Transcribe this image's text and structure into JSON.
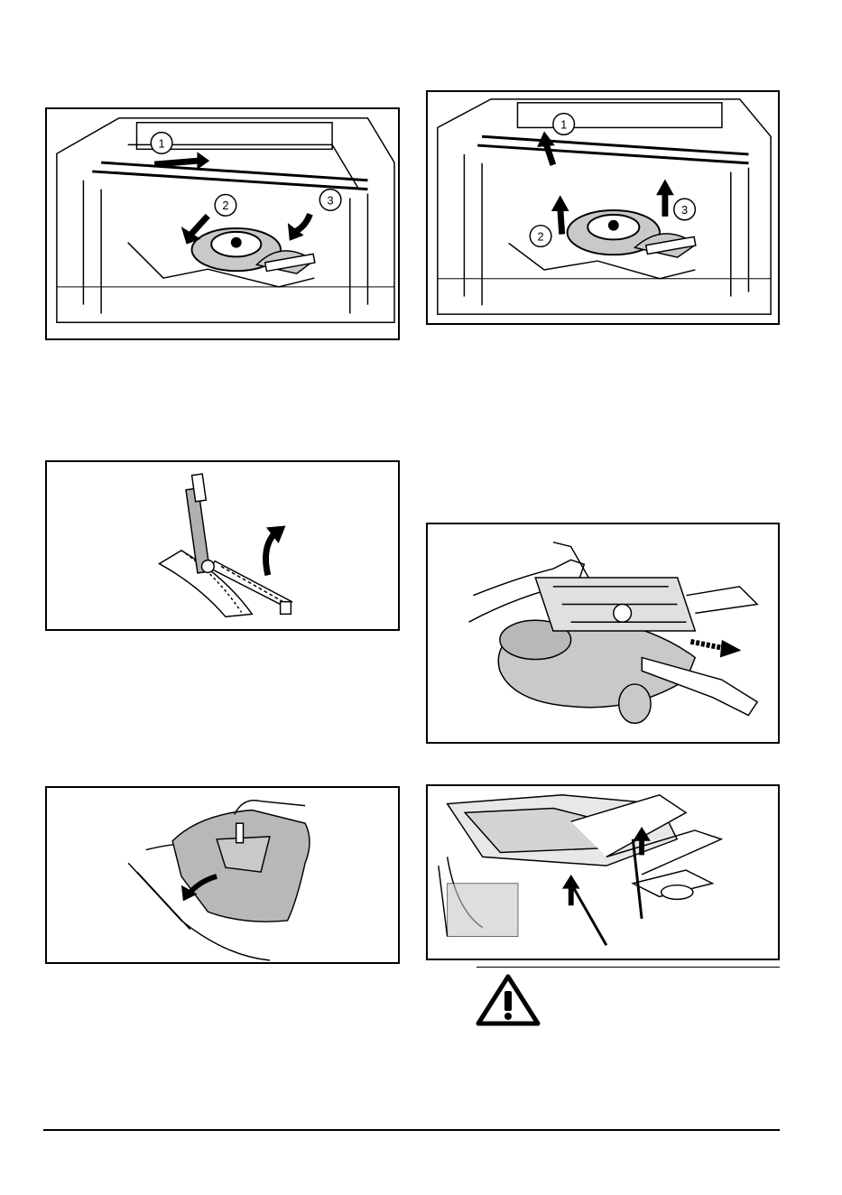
{
  "page": {
    "figures": [
      {
        "id": "fig1",
        "name": "deck-belt-removal-figure",
        "callouts": [
          "1",
          "2",
          "3"
        ]
      },
      {
        "id": "fig2",
        "name": "deck-belt-install-figure",
        "callouts": [
          "1",
          "2",
          "3"
        ]
      },
      {
        "id": "fig3",
        "name": "lift-lever-figure",
        "callouts": []
      },
      {
        "id": "fig4",
        "name": "deck-pull-out-figure",
        "callouts": []
      },
      {
        "id": "fig5",
        "name": "belt-cover-figure",
        "callouts": []
      },
      {
        "id": "fig6",
        "name": "deck-lift-figure",
        "callouts": []
      }
    ],
    "warning": {
      "icon": "warning-triangle-icon"
    },
    "colors": {
      "line": "#000000",
      "shade": "#c9c9c9",
      "background": "#ffffff"
    }
  }
}
